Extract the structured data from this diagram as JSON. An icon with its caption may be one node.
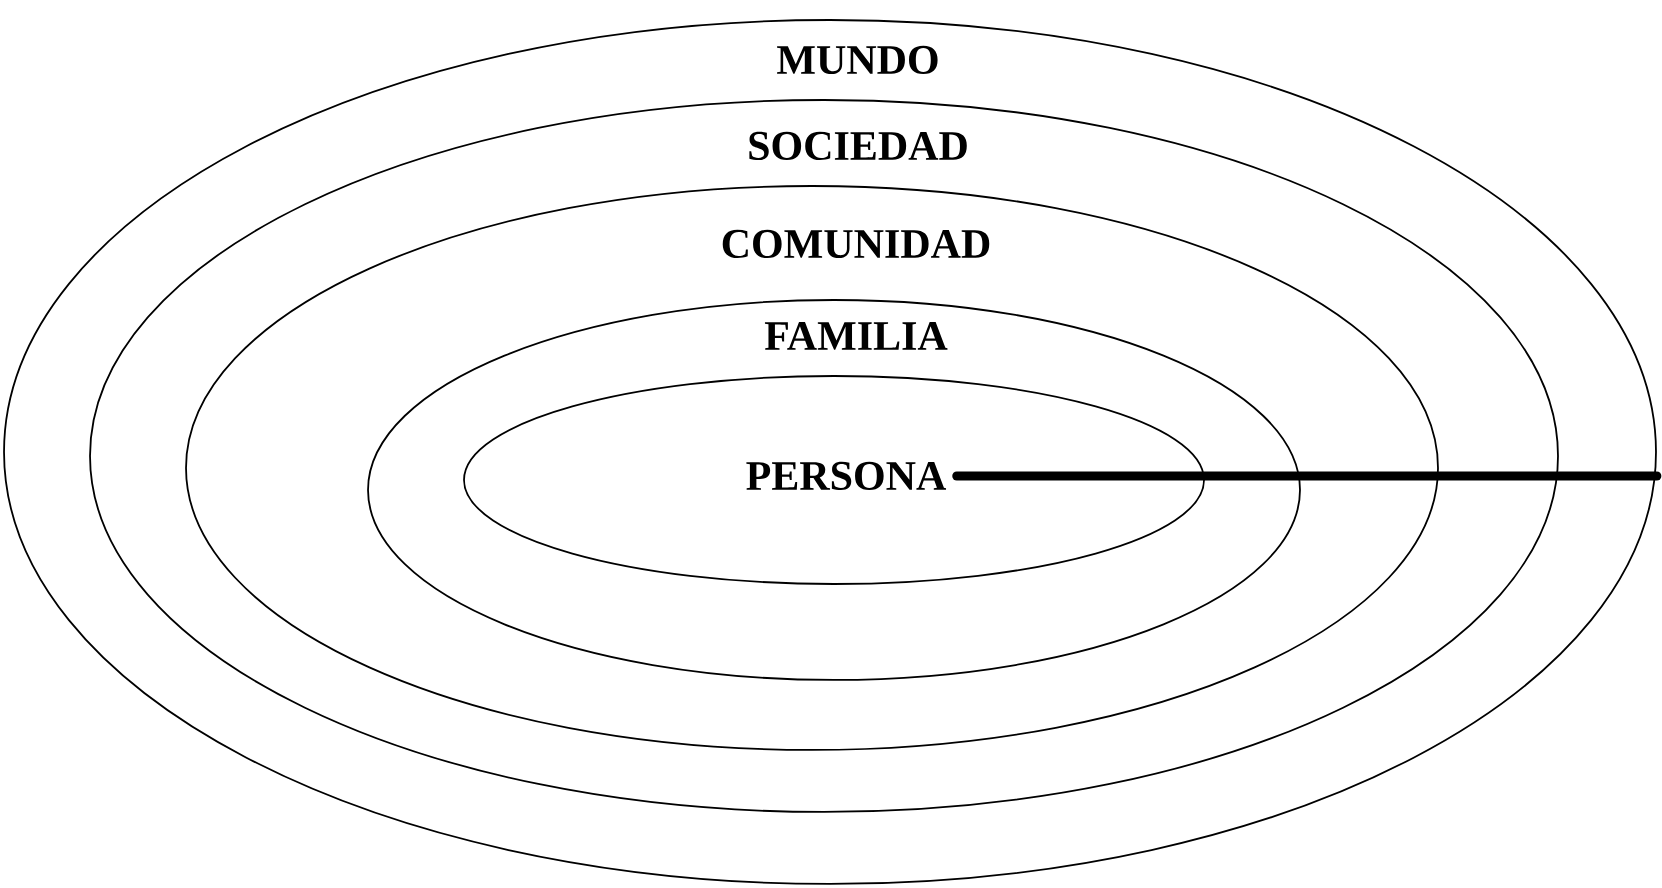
{
  "diagram": {
    "nodes": [
      {
        "text": [
          "MUNDO"
        ]
      },
      {
        "text": [
          "SOCIEDAD"
        ],
        "in": 0
      },
      {
        "text": [
          "COMUNIDAD"
        ],
        "in": 1
      },
      {
        "text": [
          "FAMILIA"
        ],
        "in": 2
      },
      {
        "text": [
          "PERSONA"
        ],
        "in": 3
      }
    ],
    "edges": [
      {
        "from": 4,
        "to": 0,
        "arrow": "none"
      }
    ]
  }
}
